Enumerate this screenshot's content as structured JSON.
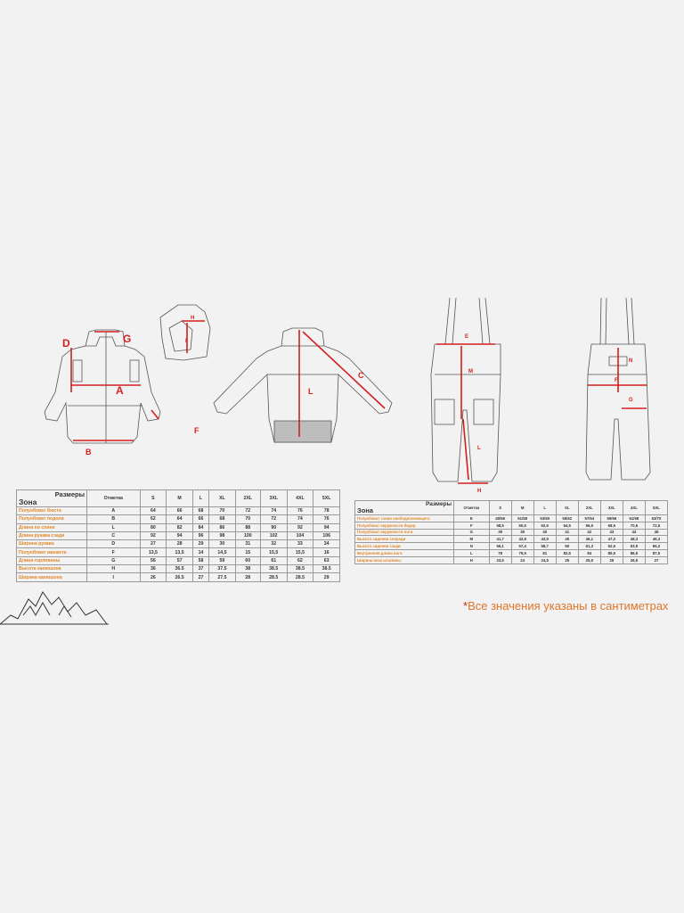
{
  "jacket_table": {
    "corner_top": "Размеры",
    "corner_bottom": "Зона",
    "mark_header": "Отметка",
    "sizes": [
      "S",
      "M",
      "L",
      "XL",
      "2XL",
      "3XL",
      "4XL",
      "5XL"
    ],
    "rows": [
      {
        "zone": "Полуобхват бюста",
        "mark": "A",
        "values": [
          "64",
          "66",
          "68",
          "70",
          "72",
          "74",
          "76",
          "78"
        ]
      },
      {
        "zone": "Полуобхват подола",
        "mark": "B",
        "values": [
          "62",
          "64",
          "66",
          "68",
          "70",
          "72",
          "74",
          "76"
        ]
      },
      {
        "zone": "Длина по спине",
        "mark": "L",
        "values": [
          "80",
          "82",
          "84",
          "86",
          "88",
          "90",
          "92",
          "94"
        ]
      },
      {
        "zone": "Длина рукава сзади",
        "mark": "C",
        "values": [
          "92",
          "94",
          "96",
          "98",
          "100",
          "102",
          "104",
          "106"
        ]
      },
      {
        "zone": "Ширина рукава",
        "mark": "D",
        "values": [
          "27",
          "28",
          "29",
          "30",
          "31",
          "32",
          "33",
          "34"
        ]
      },
      {
        "zone": "Полуобхват манжета",
        "mark": "F",
        "values": [
          "13,5",
          "13,5",
          "14",
          "14,5",
          "15",
          "15,5",
          "15,5",
          "16"
        ]
      },
      {
        "zone": "Длина горловины",
        "mark": "G",
        "values": [
          "56",
          "57",
          "58",
          "59",
          "60",
          "61",
          "62",
          "63"
        ]
      },
      {
        "zone": "Высота капюшона",
        "mark": "H",
        "values": [
          "36",
          "36.5",
          "37",
          "37.5",
          "38",
          "38.5",
          "38.5",
          "38.5"
        ]
      },
      {
        "zone": "Ширина капюшона",
        "mark": "I",
        "values": [
          "26",
          "26.5",
          "27",
          "27.5",
          "28",
          "28.5",
          "28.5",
          "29"
        ]
      }
    ]
  },
  "pants_table": {
    "corner_top": "Размеры",
    "corner_bottom": "Зона",
    "mark_header": "Отметка",
    "sizes": [
      "S",
      "M",
      "L",
      "XL",
      "2XL",
      "3XL",
      "4XL",
      "5XL"
    ],
    "rows": [
      {
        "zone": "Полуобхват талии свободнолежащего",
        "mark": "E",
        "values": [
          "49/56",
          "51/58",
          "53/60",
          "55/62",
          "57/64",
          "59/66",
          "61/68",
          "63/70"
        ]
      },
      {
        "zone": "Полуобхват окружности бедер",
        "mark": "F",
        "values": [
          "58,5",
          "60,5",
          "62,5",
          "64,5",
          "66,5",
          "68,5",
          "70,5",
          "72,5"
        ]
      },
      {
        "zone": "Полуобхват окружности ноги",
        "mark": "G",
        "values": [
          "39",
          "39",
          "40",
          "41",
          "42",
          "43",
          "44",
          "45"
        ]
      },
      {
        "zone": "Высота сидения спереди",
        "mark": "M",
        "values": [
          "41,7",
          "42,8",
          "43,9",
          "45",
          "46,1",
          "47,2",
          "48,3",
          "49,3"
        ]
      },
      {
        "zone": "Высота сидения сзади",
        "mark": "N",
        "values": [
          "56,1",
          "57,4",
          "58,7",
          "60",
          "61,3",
          "62,6",
          "63,9",
          "65,2"
        ]
      },
      {
        "zone": "Внутренняя длина ноги",
        "mark": "L",
        "values": [
          "78",
          "79,5",
          "81",
          "82,5",
          "84",
          "85,5",
          "86,5",
          "87,5"
        ]
      },
      {
        "zone": "Ширина низа штанины",
        "mark": "H",
        "values": [
          "23,5",
          "24",
          "24,5",
          "25",
          "25,5",
          "26",
          "26,5",
          "27"
        ]
      }
    ]
  },
  "note": {
    "star": "*",
    "text": "Все значения указаны в сантиметрах"
  },
  "diagram_labels": {
    "jacket_front": [
      "D",
      "G",
      "A",
      "B",
      "F"
    ],
    "hood": [
      "H",
      "I"
    ],
    "jacket_back": [
      "C",
      "L"
    ],
    "pants_front": [
      "E",
      "M",
      "L",
      "H"
    ],
    "pants_back": [
      "N",
      "F",
      "G"
    ]
  },
  "colors": {
    "accent_orange": "#e28a2b",
    "measure_red": "#d21f1f",
    "background": "#f2f2f2"
  },
  "icons": [
    "mountain-range-icon"
  ]
}
